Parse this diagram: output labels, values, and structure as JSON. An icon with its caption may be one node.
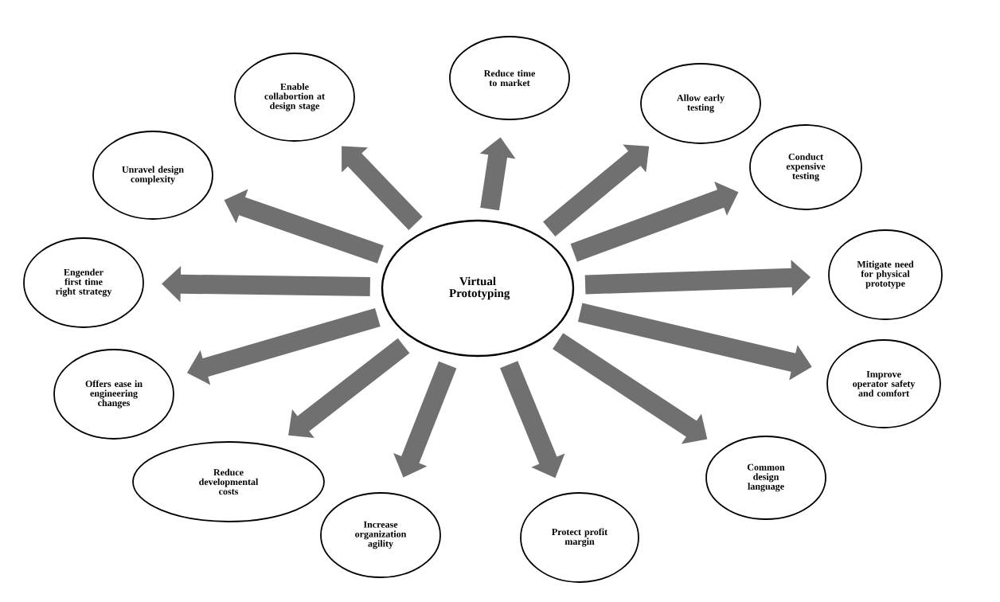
{
  "diagram": {
    "nodes": [
      {
        "text": [
          "Virtual Prototyping"
        ]
      },
      {
        "text": [
          "Reduce time to market"
        ]
      },
      {
        "text": [
          "Allow early testing"
        ]
      },
      {
        "text": [
          "Conduct expensive testing"
        ]
      },
      {
        "text": [
          "Mitigate need for physical prototype"
        ]
      },
      {
        "text": [
          "Improve operator safety and comfort"
        ]
      },
      {
        "text": [
          "Common design language"
        ]
      },
      {
        "text": [
          "Protect profit margin"
        ]
      },
      {
        "text": [
          "Increase organization agility"
        ]
      },
      {
        "text": [
          "Reduce developmental costs"
        ]
      },
      {
        "text": [
          "Offers ease in engineering changes"
        ]
      },
      {
        "text": [
          "Engender first time right strategy"
        ]
      },
      {
        "text": [
          "Unravel design complexity"
        ]
      },
      {
        "text": [
          "Enable collabortion at design stage"
        ]
      }
    ],
    "edges": [
      {
        "from": 0,
        "to": 1,
        "arrow": "to"
      },
      {
        "from": 0,
        "to": 2,
        "arrow": "to"
      },
      {
        "from": 0,
        "to": 3,
        "arrow": "to"
      },
      {
        "from": 0,
        "to": 4,
        "arrow": "to"
      },
      {
        "from": 0,
        "to": 5,
        "arrow": "to"
      },
      {
        "from": 0,
        "to": 6,
        "arrow": "to"
      },
      {
        "from": 0,
        "to": 7,
        "arrow": "to"
      },
      {
        "from": 0,
        "to": 8,
        "arrow": "to"
      },
      {
        "from": 0,
        "to": 9,
        "arrow": "to"
      },
      {
        "from": 0,
        "to": 10,
        "arrow": "to"
      },
      {
        "from": 0,
        "to": 11,
        "arrow": "to"
      },
      {
        "from": 0,
        "to": 12,
        "arrow": "to"
      },
      {
        "from": 0,
        "to": 13,
        "arrow": "to"
      }
    ]
  }
}
